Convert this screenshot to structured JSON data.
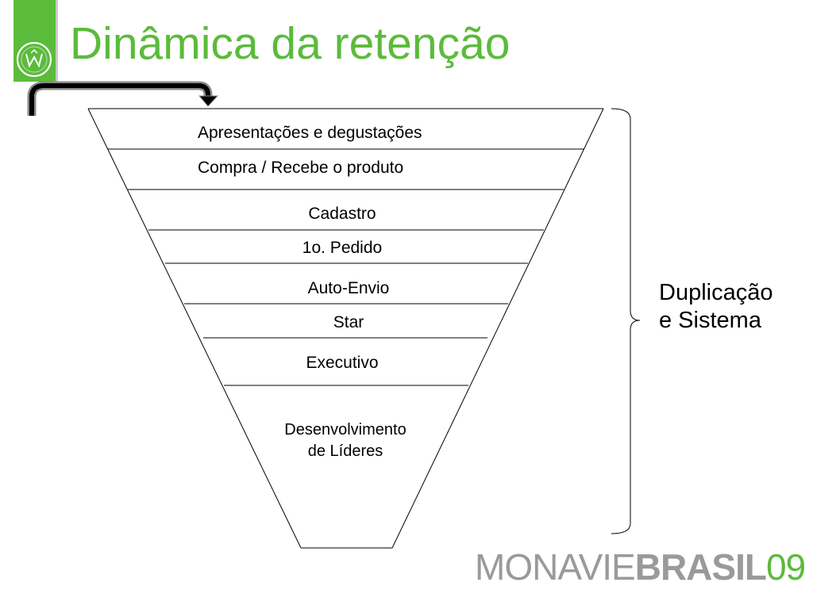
{
  "title": "Dinâmica da retenção",
  "funnel": {
    "stages": [
      {
        "label": "Apresentações e degustações"
      },
      {
        "label": "Compra / Recebe o produto"
      },
      {
        "label": "Cadastro"
      },
      {
        "label": "1o. Pedido"
      },
      {
        "label": "Auto-Envio"
      },
      {
        "label": "Star"
      },
      {
        "label": "Executivo"
      },
      {
        "label_line1": "Desenvolvimento",
        "label_line2": "de Líderes"
      }
    ]
  },
  "bracket": {
    "line1": "Duplicação",
    "line2": "e Sistema"
  },
  "footer": {
    "logo_part1": "MONAVIE",
    "logo_part2": "BRASIL",
    "logo_part3": "09"
  },
  "colors": {
    "accent": "#5bbb3b",
    "logo_gray": "#9a9a9a",
    "line": "#000000"
  },
  "icons": {
    "brand_emblem": "monavie-emblem-icon",
    "return_arrow": "curved-return-arrow-icon"
  }
}
